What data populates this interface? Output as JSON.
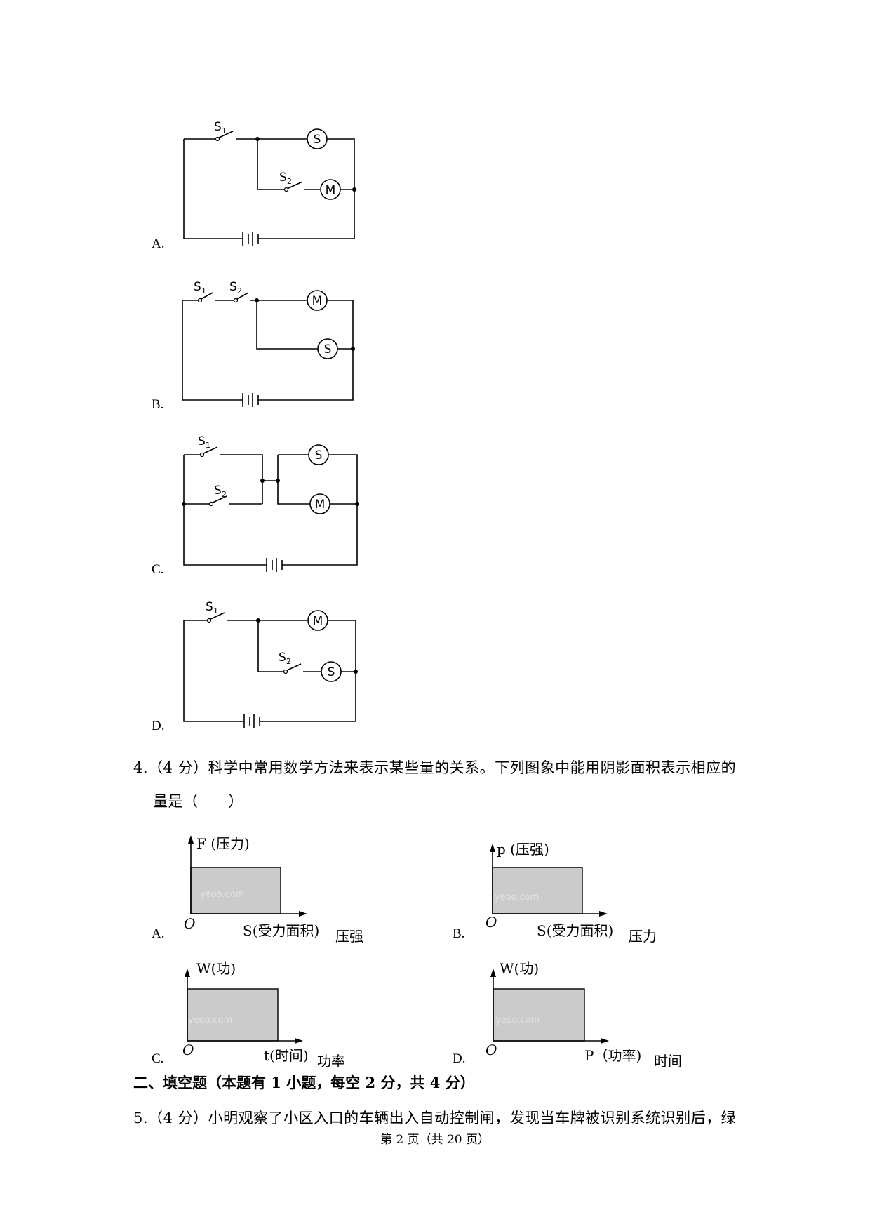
{
  "circuits": [
    {
      "label": "A.",
      "s1": "S",
      "s1_sub": "1",
      "s2": "S",
      "s2_sub": "2",
      "top_device": "S",
      "branch_device": "M"
    },
    {
      "label": "B.",
      "s1": "S",
      "s1_sub": "1",
      "s2": "S",
      "s2_sub": "2",
      "top_device": "M",
      "branch_device": "S"
    },
    {
      "label": "C.",
      "s1": "S",
      "s1_sub": "1",
      "s2": "S",
      "s2_sub": "2",
      "top_device": "S",
      "branch_device": "M"
    },
    {
      "label": "D.",
      "s1": "S",
      "s1_sub": "1",
      "s2": "S",
      "s2_sub": "2",
      "top_device": "M",
      "branch_device": "S"
    }
  ],
  "question4": {
    "line1": "4.（4 分）科学中常用数学方法来表示某些量的关系。下列图象中能用阴影面积表示相应的",
    "line2": "量是（　　）"
  },
  "graphs": [
    {
      "label": "A.",
      "y_axis": "F (压力)",
      "x_axis": "S(受力面积)",
      "shaded": "压强",
      "origin": "O",
      "watermark": "yeoo.com"
    },
    {
      "label": "B.",
      "y_axis": "p (压强)",
      "x_axis": "S(受力面积)",
      "shaded": "压力",
      "origin": "O",
      "watermark": "yeoo.com"
    },
    {
      "label": "C.",
      "y_axis": "W(功)",
      "x_axis": "t(时间)",
      "shaded": "功率",
      "origin": "O",
      "watermark": "yeoo.com"
    },
    {
      "label": "D.",
      "y_axis": "W(功)",
      "x_axis": "P（功率)",
      "shaded": "时间",
      "origin": "O",
      "watermark": "yeoo.com"
    }
  ],
  "section2": {
    "title": "二、填空题（本题有 1 小题，每空 2 分，共 4 分）"
  },
  "question5": {
    "line1": "5.（4 分）小明观察了小区入口的车辆出入自动控制闸，发现当车牌被识别系统识别后，绿"
  },
  "footer": {
    "text": "第 2 页（共 20 页）"
  }
}
